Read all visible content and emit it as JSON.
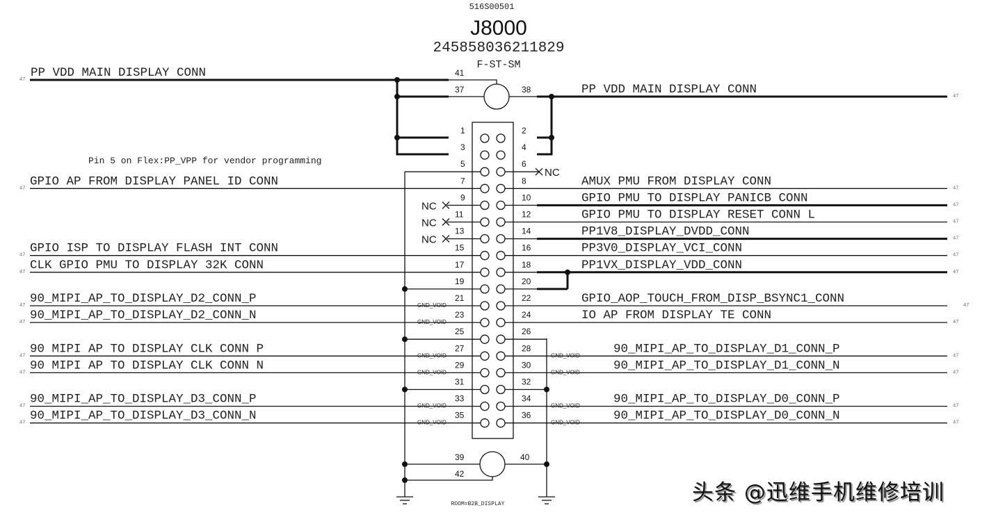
{
  "header": {
    "part_number": "516S00501",
    "refdes": "J8000",
    "mpn": "245858036211829",
    "footprint": "F-ST-SM"
  },
  "note": "Pin 5 on Flex:PP_VPP for vendor programming",
  "room_label": "ROOM=B2B_DISPLAY",
  "watermark": "头条 @迅维手机维修培训",
  "nc_label": "NC",
  "gnd_void_label": "GND_VOID",
  "page_ref": "47",
  "pins_left": [
    {
      "pin": "41",
      "net": "PP VDD MAIN DISPLAY CONN",
      "ref": "47",
      "bus": true
    },
    {
      "pin": "37",
      "net": "",
      "ref": ""
    },
    {
      "pin": "1",
      "net": ""
    },
    {
      "pin": "3",
      "net": ""
    },
    {
      "pin": "5",
      "net": ""
    },
    {
      "pin": "7",
      "net": "GPIO AP FROM DISPLAY PANEL ID CONN",
      "ref": "47"
    },
    {
      "pin": "9",
      "net": "",
      "nc": true
    },
    {
      "pin": "11",
      "net": "",
      "nc": true
    },
    {
      "pin": "13",
      "net": "",
      "nc": true
    },
    {
      "pin": "15",
      "net": "GPIO ISP TO DISPLAY FLASH INT CONN",
      "ref": "47"
    },
    {
      "pin": "17",
      "net": "CLK GPIO PMU TO DISPLAY 32K CONN",
      "ref": "47"
    },
    {
      "pin": "19",
      "net": ""
    },
    {
      "pin": "21",
      "net": "90_MIPI_AP_TO_DISPLAY_D2_CONN_P",
      "ref": "47",
      "gnd_void": true
    },
    {
      "pin": "23",
      "net": "90_MIPI_AP_TO_DISPLAY_D2_CONN_N",
      "ref": "47",
      "gnd_void": true
    },
    {
      "pin": "25",
      "net": ""
    },
    {
      "pin": "27",
      "net": "90 MIPI AP TO DISPLAY CLK CONN P",
      "ref": "47",
      "gnd_void": true
    },
    {
      "pin": "29",
      "net": "90 MIPI AP TO DISPLAY CLK CONN N",
      "ref": "47",
      "gnd_void": true
    },
    {
      "pin": "31",
      "net": ""
    },
    {
      "pin": "33",
      "net": "90_MIPI_AP_TO_DISPLAY_D3_CONN_P",
      "ref": "47",
      "gnd_void": true
    },
    {
      "pin": "35",
      "net": "90_MIPI_AP_TO_DISPLAY_D3_CONN_N",
      "ref": "47",
      "gnd_void": true
    },
    {
      "pin": "39",
      "net": ""
    },
    {
      "pin": "42",
      "net": ""
    }
  ],
  "pins_right": [
    {
      "pin": "38",
      "net": "PP VDD MAIN DISPLAY CONN",
      "ref": "47",
      "bus": true
    },
    {
      "pin": "2",
      "net": ""
    },
    {
      "pin": "4",
      "net": ""
    },
    {
      "pin": "6",
      "net": "",
      "nc": true
    },
    {
      "pin": "8",
      "net": "AMUX PMU FROM DISPLAY CONN",
      "ref": "47"
    },
    {
      "pin": "10",
      "net": "GPIO PMU TO DISPLAY PANICB CONN",
      "ref": "47",
      "bus": true
    },
    {
      "pin": "12",
      "net": "GPIO PMU TO DISPLAY RESET CONN L",
      "ref": "47"
    },
    {
      "pin": "14",
      "net": "PP1V8_DISPLAY_DVDD_CONN",
      "ref": "47",
      "bus": true
    },
    {
      "pin": "16",
      "net": "PP3V0_DISPLAY_VCI_CONN",
      "ref": "47"
    },
    {
      "pin": "18",
      "net": "PP1VX_DISPLAY_VDD_CONN",
      "ref": "47",
      "bus": true
    },
    {
      "pin": "20",
      "net": ""
    },
    {
      "pin": "22",
      "net": "GPIO_AOP_TOUCH_FROM_DISP_BSYNC1_CONN",
      "ref": "47"
    },
    {
      "pin": "24",
      "net": "IO AP FROM DISPLAY TE CONN",
      "ref": "47"
    },
    {
      "pin": "26",
      "net": ""
    },
    {
      "pin": "28",
      "net": "90_MIPI_AP_TO_DISPLAY_D1_CONN_P",
      "ref": "47",
      "gnd_void": true
    },
    {
      "pin": "30",
      "net": "90_MIPI_AP_TO_DISPLAY_D1_CONN_N",
      "ref": "47",
      "gnd_void": true
    },
    {
      "pin": "32",
      "net": ""
    },
    {
      "pin": "34",
      "net": "90_MIPI_AP_TO_DISPLAY_D0_CONN_P",
      "ref": "47",
      "gnd_void": true
    },
    {
      "pin": "36",
      "net": "90_MIPI_AP_TO_DISPLAY_D0_CONN_N",
      "ref": "47",
      "gnd_void": true
    },
    {
      "pin": "40",
      "net": ""
    }
  ]
}
